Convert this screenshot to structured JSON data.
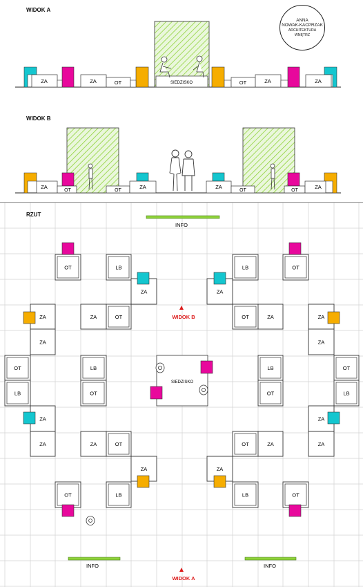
{
  "view_a": {
    "title": "WIDOK A",
    "labels": {
      "za_1": "ZA",
      "za_2": "ZA",
      "ot_1": "OT",
      "seat": "SIEDZISKO",
      "ot_2": "OT",
      "za_3": "ZA",
      "za_4": "ZA"
    }
  },
  "view_b": {
    "title": "WIDOK B",
    "labels": {
      "za_1": "ZA",
      "ot_1": "OT",
      "ot_2": "OT",
      "za_2": "ZA",
      "za_3": "ZA",
      "ot_3": "OT",
      "ot_4": "OT",
      "za_4": "ZA"
    }
  },
  "logo": {
    "line1": "ANNA",
    "line2": "NOWAK-KACPRZAK",
    "line3": "ARCHITEKTURA",
    "line4": "WNĘTRZ"
  },
  "plan": {
    "title": "RZUT",
    "info_top": "INFO",
    "info_left": "INFO",
    "info_right": "INFO",
    "marker_b": "WIDOK B",
    "marker_a": "WIDOK A",
    "seat": "SIEDZISKO",
    "labels": {
      "ot_tl": "OT",
      "lb_t1": "LB",
      "za_t1": "ZA",
      "lb_t2": "LB",
      "za_t2": "ZA",
      "ot_tr": "OT",
      "za_l1": "ZA",
      "za_c1": "ZA",
      "ot_c1": "OT",
      "ot_c2": "OT",
      "za_c2": "ZA",
      "za_r1": "ZA",
      "za_l2": "ZA",
      "za_r2": "ZA",
      "ot_l": "OT",
      "lb_c1": "LB",
      "lb_c2": "LB",
      "ot_r": "OT",
      "lb_l": "LB",
      "ot_c3": "OT",
      "ot_c4": "OT",
      "lb_r": "LB",
      "za_l3": "ZA",
      "za_r3": "ZA",
      "za_l4": "ZA",
      "za_c3": "ZA",
      "ot_c5": "OT",
      "ot_c6": "OT",
      "za_c4": "ZA",
      "za_r4": "ZA",
      "za_b1": "ZA",
      "za_b2": "ZA",
      "ot_bl": "OT",
      "lb_b1": "LB",
      "lb_b2": "LB",
      "ot_br": "OT"
    }
  },
  "colors": {
    "magenta": "#e8089c",
    "cyan": "#14c6cf",
    "orange": "#f6ad00",
    "green": "#8fd33a",
    "red": "#dd1b1b",
    "grid": "#d2d2d2"
  }
}
